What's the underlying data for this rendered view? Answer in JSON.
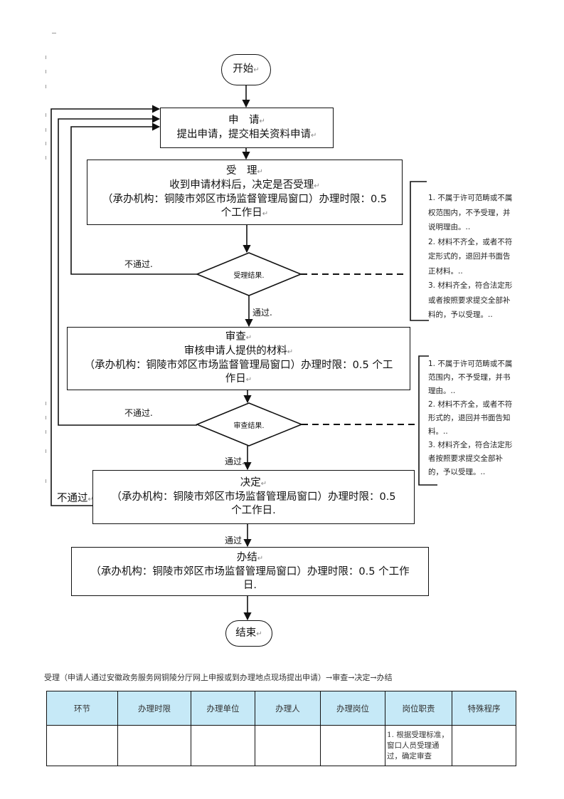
{
  "flowchart": {
    "start": {
      "label": "开始",
      "mark": "↵"
    },
    "apply": {
      "title": "申　请",
      "desc": "提出申请，提交相关资料申请",
      "mark": "↵"
    },
    "accept": {
      "title": "受　理",
      "lines": [
        "收到申请材料后，决定是否受理",
        "（承办机构：铜陵市郊区市场监督管理局窗口）办理时限：0.5",
        "个工作日"
      ],
      "mark": "↵"
    },
    "accept_decision": {
      "label": "受理结果.",
      "fail_label": "不通过.",
      "pass_label": "通过."
    },
    "accept_note": {
      "lines": [
        "1. 不属于许可范畴或不属",
        "权范围内，不予受理，并",
        "说明理由。..",
        "2. 材料不齐全，或者不符",
        "定形式的，退回并书面告",
        "正材料。..",
        "3. 材料齐全，符合法定形",
        "或者按照要求提交全部补",
        "料的，予以受理。.."
      ]
    },
    "review": {
      "title": "审查",
      "lines": [
        "审核申请人提供的材料",
        "（承办机构：铜陵市郊区市场监督管理局窗口）办理时限：0.5 个工",
        "作日"
      ],
      "mark": "↵"
    },
    "review_decision": {
      "label": "审查结果.",
      "fail_label": "不通过.",
      "pass_label": "通过."
    },
    "review_note": {
      "lines": [
        "1. 不属于许可范畴或不属",
        "范围内，不予受理，并书",
        "理由。..",
        "2. 材料不齐全，或者不符",
        "形式的，退回并书面告知",
        "料。..",
        "3. 材料齐全，符合法定形",
        "者按照要求提交全部补",
        "的，予以受理。.."
      ]
    },
    "decide": {
      "title": "决定",
      "lines": [
        "（承办机构：铜陵市郊区市场监督管理局窗口）办理时限：0.5",
        "个工作日."
      ],
      "fail_label": "不通过",
      "pass_label": "通过",
      "mark": "↵"
    },
    "finish": {
      "title": "办结",
      "lines": [
        "（承办机构：铜陵市郊区市场监督管理局窗口）办理时限：0.5 个工作",
        "日."
      ],
      "mark": "↵"
    },
    "end": {
      "label": "结束",
      "mark": "↵"
    }
  },
  "caption": "受理（申请人通过安徽政务服务网铜陵分厅网上申报或到办理地点现场提出申请）→审查→决定→办结",
  "table": {
    "headers": [
      "环节",
      "办理时限",
      "办理单位",
      "办理人",
      "办理岗位",
      "岗位职责",
      "特殊程序"
    ],
    "rows": [
      [
        "",
        "",
        "",
        "",
        "",
        "1. 根据受理标准，窗口人员受理通过，确定审查",
        ""
      ]
    ]
  }
}
